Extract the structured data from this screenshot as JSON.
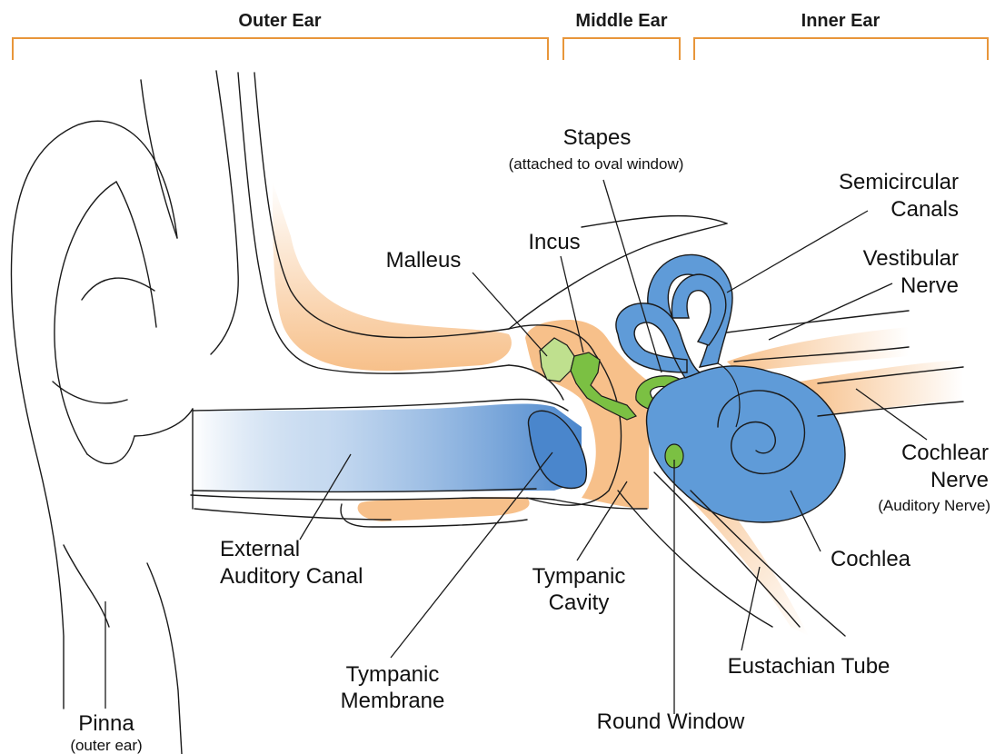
{
  "colors": {
    "bracket": "#e8963a",
    "bone": "#f7c08a",
    "canal_blue": "#5b93d1",
    "inner_ear_blue": "#5f9bd8",
    "ossicle_green": "#7bc043",
    "malleus_light_green": "#bfe08e",
    "outline": "#1a1a1a"
  },
  "regions": {
    "outer": "Outer Ear",
    "middle": "Middle Ear",
    "inner": "Inner Ear"
  },
  "labels": {
    "stapes": {
      "title": "Stapes",
      "sub": "(attached to oval window)"
    },
    "semicircular": {
      "line1": "Semicircular",
      "line2": "Canals"
    },
    "incus": "Incus",
    "malleus": "Malleus",
    "vestibular": {
      "line1": "Vestibular",
      "line2": "Nerve"
    },
    "cochlear_nerve": {
      "line1": "Cochlear",
      "line2": "Nerve",
      "sub": "(Auditory Nerve)"
    },
    "external_canal": {
      "line1": "External",
      "line2": "Auditory Canal"
    },
    "tympanic_cavity": {
      "line1": "Tympanic",
      "line2": "Cavity"
    },
    "cochlea": "Cochlea",
    "tympanic_membrane": {
      "line1": "Tympanic",
      "line2": "Membrane"
    },
    "eustachian": "Eustachian Tube",
    "pinna": {
      "title": "Pinna",
      "sub": "(outer ear)"
    },
    "round_window": "Round Window"
  }
}
